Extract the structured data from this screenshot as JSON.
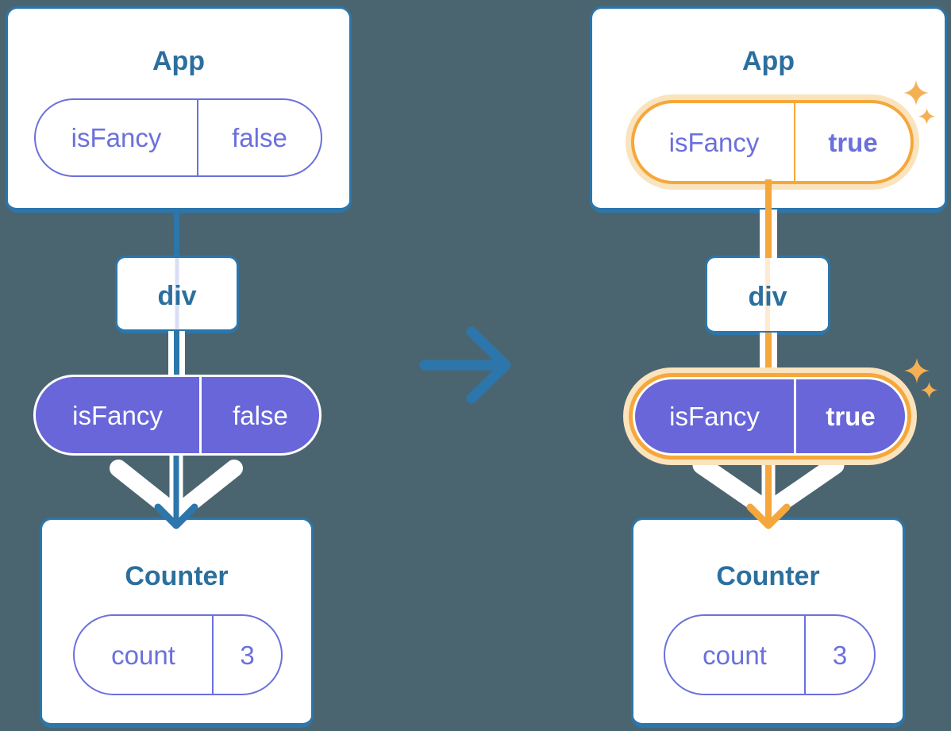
{
  "colors": {
    "background": "#4B6570",
    "teal": "#2C76AB",
    "title": "#2B6F9E",
    "purple": "#6B70DC",
    "purple_fill": "#6866D9",
    "orange": "#F5A73B",
    "orange_halo": "#FAE3BD",
    "sparkle": "#F5B054",
    "lavender_trace": "#D9DEF5",
    "peach_trace": "#FCEBD2"
  },
  "before": {
    "app": {
      "title": "App",
      "prop": {
        "name": "isFancy",
        "value": "false"
      }
    },
    "div_label": "div",
    "passed_prop": {
      "name": "isFancy",
      "value": "false"
    },
    "counter": {
      "title": "Counter",
      "state": {
        "name": "count",
        "value": "3"
      }
    }
  },
  "after": {
    "app": {
      "title": "App",
      "prop": {
        "name": "isFancy",
        "value": "true"
      }
    },
    "div_label": "div",
    "passed_prop": {
      "name": "isFancy",
      "value": "true"
    },
    "counter": {
      "title": "Counter",
      "state": {
        "name": "count",
        "value": "3"
      }
    }
  }
}
